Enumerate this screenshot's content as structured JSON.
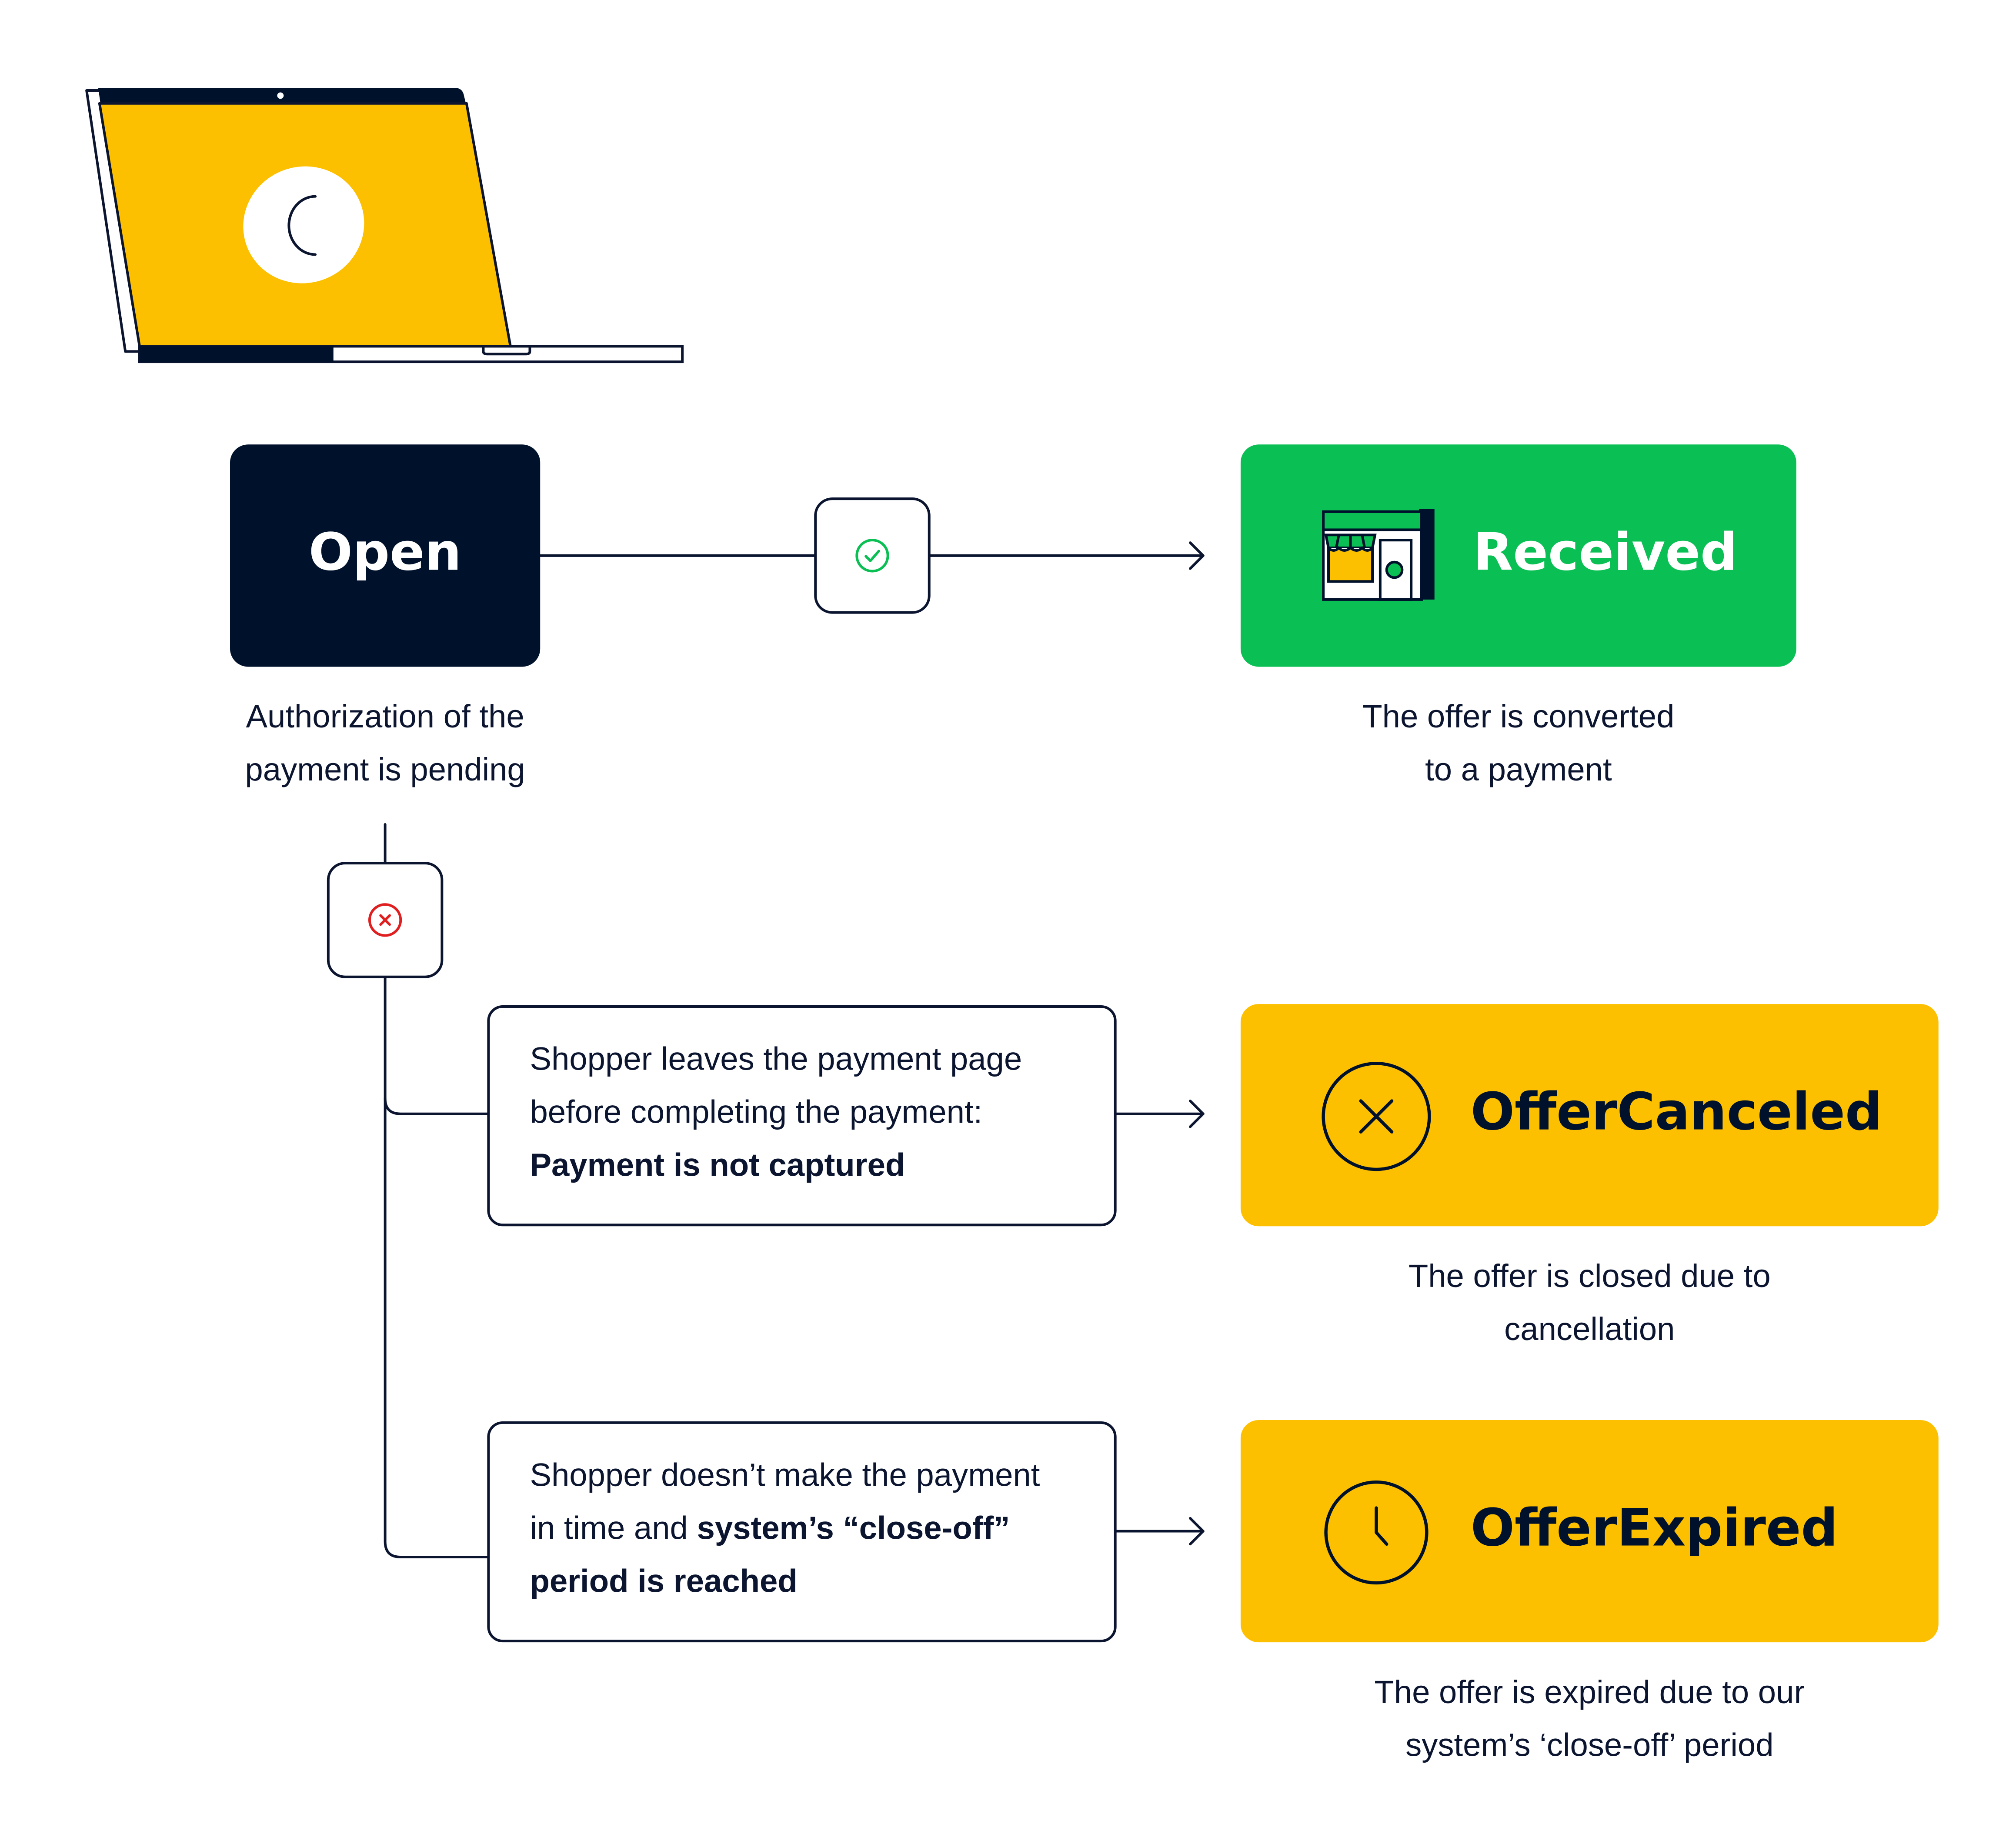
{
  "colors": {
    "navy": "#00112c",
    "green": "#0abf53",
    "yellow": "#fcc000",
    "ink": "#0b1530",
    "check_green": "#0abf53",
    "cross_red": "#e02020"
  },
  "icons": {
    "laptop": "laptop-icon",
    "logo": "adyen-c-logo-icon",
    "store": "storefront-icon",
    "check": "check-circle-icon",
    "cross": "x-circle-icon",
    "cancel": "x-circle-large-icon",
    "clock": "clock-icon"
  },
  "states": {
    "open": {
      "label": "Open",
      "caption_line1": "Authorization of the",
      "caption_line2": "payment is pending"
    },
    "received": {
      "label": "Received",
      "caption_line1": "The offer is converted",
      "caption_line2": "to a payment"
    },
    "canceled": {
      "label": "OfferCanceled",
      "caption_line1": "The offer is closed due to",
      "caption_line2": "cancellation"
    },
    "expired": {
      "label": "OfferExpired",
      "caption_line1": "The offer is expired due to our",
      "caption_line2": "system’s ‘close-off’ period"
    }
  },
  "triggers": {
    "cancel": {
      "line1": "Shopper leaves the payment page",
      "line2": "before completing the payment:",
      "line3_bold": "Payment is not captured"
    },
    "expire": {
      "line1": "Shopper doesn’t make the payment",
      "line2_plain": "in time and ",
      "line2_bold": "system’s “close-off”",
      "line3_bold": "period is reached"
    }
  }
}
